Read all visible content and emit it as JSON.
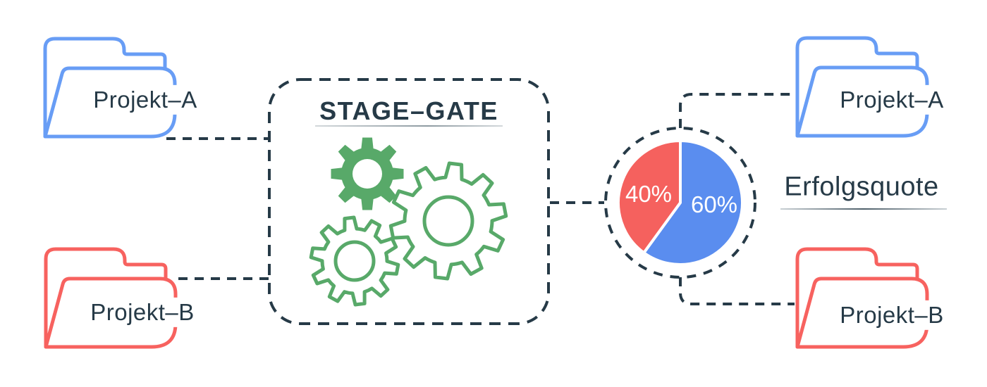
{
  "title_box": {
    "title": "STAGE–GATE"
  },
  "success_rate": {
    "title": "Erfolgsquote"
  },
  "folders": {
    "input_a": {
      "label": "Projekt–A",
      "color": "#689df5"
    },
    "input_b": {
      "label": "Projekt–B",
      "color": "#f7625f"
    },
    "output_a": {
      "label": "Projekt–A",
      "color": "#689df5"
    },
    "output_b": {
      "label": "Projekt–B",
      "color": "#f7625f"
    }
  },
  "chart_data": {
    "type": "pie",
    "title": "Erfolgsquote",
    "labels": [
      "60%",
      "40%"
    ],
    "values": [
      60,
      40
    ],
    "colors": [
      "#5a8def",
      "#f5615e"
    ],
    "layout_hints": {
      "start": "blue slice starts at 12 o'clock, sweeps clockwise",
      "slice_separator": "white 4px",
      "surround": "dashed navy circle",
      "label_position": "inside slices, white text"
    }
  },
  "colors": {
    "navy": "#263a47",
    "folder_blue": "#689df5",
    "folder_red": "#f7625f",
    "gear_green": "#58a969",
    "background": "#ffffff"
  },
  "icons": {
    "process": "gears-icon",
    "project_input": "folder-icon",
    "project_output": "folder-icon"
  }
}
